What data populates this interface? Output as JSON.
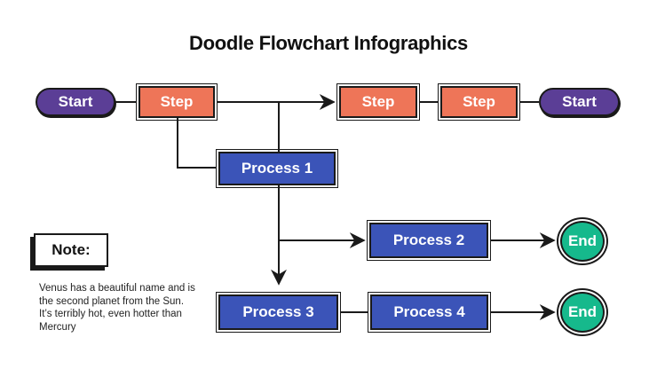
{
  "title": "Doodle Flowchart Infographics",
  "nodes": {
    "start_left": "Start",
    "step_1": "Step",
    "step_2": "Step",
    "step_3": "Step",
    "start_right": "Start",
    "process_1": "Process 1",
    "process_2": "Process 2",
    "process_3": "Process 3",
    "process_4": "Process 4",
    "end_1": "End",
    "end_2": "End"
  },
  "note": {
    "label": "Note:",
    "text": "Venus has a beautiful name and is the second planet from the Sun. It’s terribly hot, even hotter than Mercury"
  },
  "colors": {
    "start": "#5b3e96",
    "step": "#ee7558",
    "process": "#3b54b8",
    "end": "#16b98c",
    "stroke": "#1a1a1a"
  }
}
